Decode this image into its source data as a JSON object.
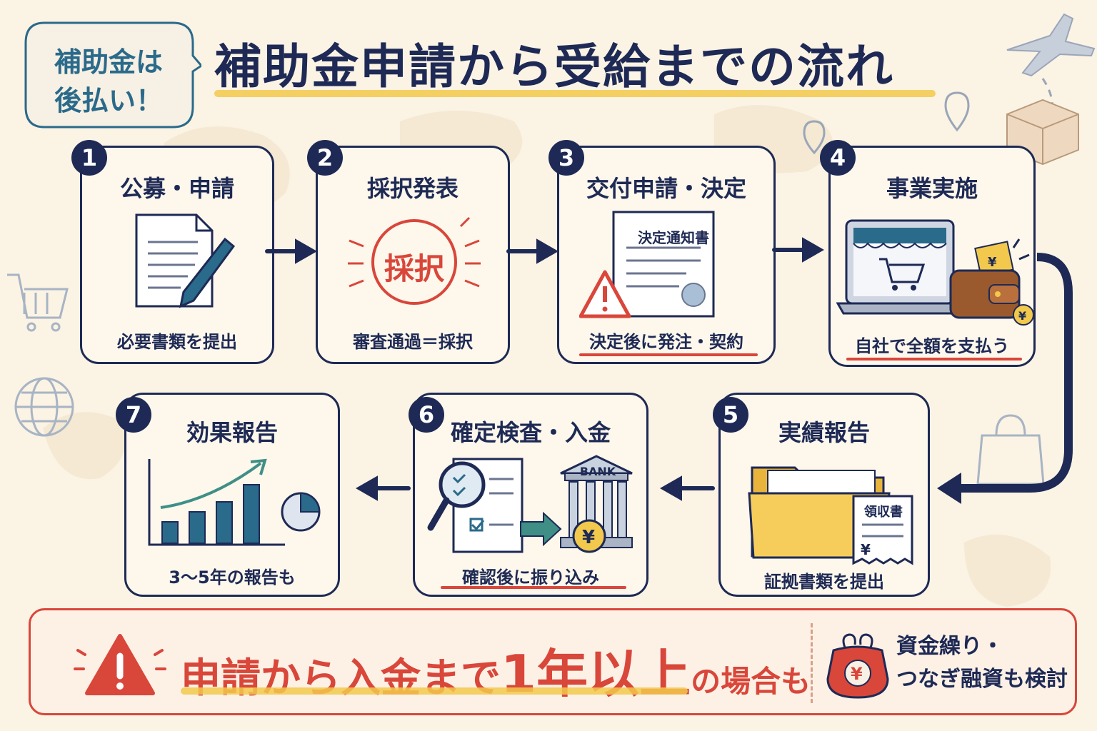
{
  "bubble": {
    "line1": "補助金は",
    "line2": "後払い！"
  },
  "title": "補助金申請から受給までの流れ",
  "steps": [
    {
      "num": "1",
      "title": "公募・申請",
      "caption": "必要書類を提出"
    },
    {
      "num": "2",
      "title": "採択発表",
      "stamp": "採択",
      "caption": "審査通過＝採択"
    },
    {
      "num": "3",
      "title": "交付申請・決定",
      "doc_label": "決定通知書",
      "caption": "決定後に発注・契約"
    },
    {
      "num": "4",
      "title": "事業実施",
      "caption": "自社で全額を支払う"
    },
    {
      "num": "5",
      "title": "実績報告",
      "receipt_label": "領収書",
      "caption": "証拠書類を提出"
    },
    {
      "num": "6",
      "title": "確定検査・入金",
      "bank_label": "BANK",
      "caption": "確認後に振り込み"
    },
    {
      "num": "7",
      "title": "効果報告",
      "caption": "3～5年の報告も"
    }
  ],
  "bottom": {
    "part1": "申請から入金まで",
    "part2": "1年以上",
    "part3": "の場合も",
    "side_line1": "資金繰り・",
    "side_line2": "つなぎ融資も検討"
  },
  "colors": {
    "navy": "#1e2a55",
    "red": "#d9463a",
    "yellow": "#f2c94c",
    "teal": "#2a6a8a"
  }
}
